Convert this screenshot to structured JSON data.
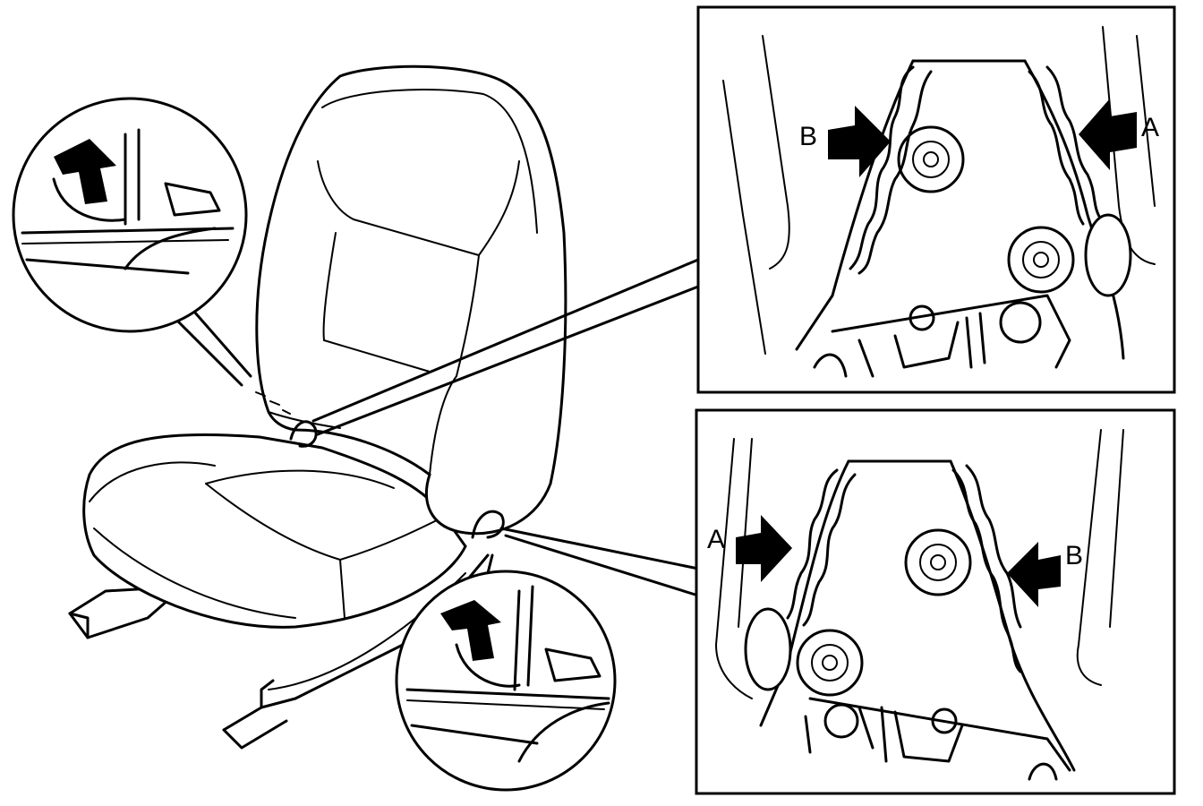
{
  "labels": {
    "upper_left": "B",
    "upper_right": "A",
    "lower_left": "A",
    "lower_right": "B"
  },
  "colors": {
    "line": "#000000",
    "background": "#ffffff"
  }
}
